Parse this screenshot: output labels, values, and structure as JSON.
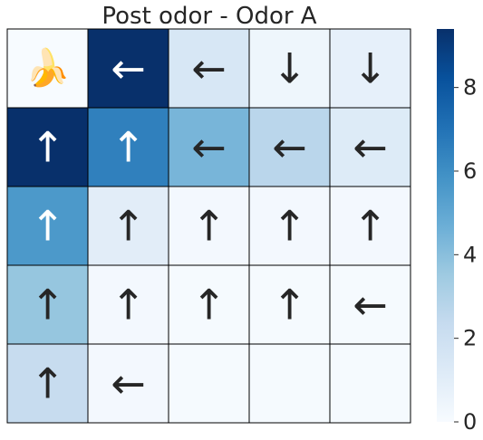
{
  "chart_data": {
    "type": "heatmap",
    "title": "Post odor - Odor A",
    "rows": 5,
    "cols": 5,
    "values": [
      [
        0.0,
        9.4,
        1.5,
        0.4,
        0.8
      ],
      [
        9.4,
        6.5,
        4.4,
        2.7,
        1.2
      ],
      [
        5.6,
        1.0,
        0.2,
        0.2,
        0.2
      ],
      [
        3.7,
        0.2,
        0.1,
        0.1,
        0.1
      ],
      [
        2.3,
        0.2,
        0.1,
        0.1,
        0.1
      ]
    ],
    "arrows": [
      [
        "banana",
        "←",
        "←",
        "↓",
        "↓"
      ],
      [
        "↑",
        "↑",
        "←",
        "←",
        "←"
      ],
      [
        "↑",
        "↑",
        "↑",
        "↑",
        "↑"
      ],
      [
        "↑",
        "↑",
        "↑",
        "↑",
        "←"
      ],
      [
        "↑",
        "←",
        "",
        "",
        ""
      ]
    ],
    "goal_glyph": "🍌",
    "colorbar": {
      "colormap": "Blues",
      "min": 0,
      "max": 9.4,
      "ticks": [
        0,
        2,
        4,
        6,
        8
      ],
      "tick_labels": [
        "0",
        "2",
        "4",
        "6",
        "8"
      ]
    },
    "grid": true
  }
}
